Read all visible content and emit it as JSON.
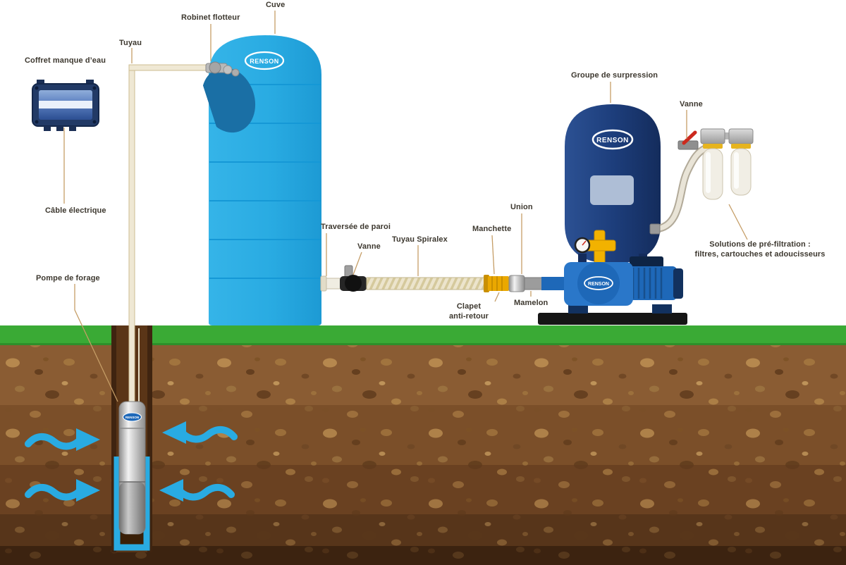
{
  "brand": "RENSON",
  "labels": {
    "coffret": "Coffret manque d’eau",
    "tuyau": "Tuyau",
    "robinet_flotteur": "Robinet flotteur",
    "cuve": "Cuve",
    "cable_electrique": "Câble électrique",
    "pompe_de_forage": "Pompe de forage",
    "groupe_de_surpression": "Groupe de surpression",
    "vanne_filtration": "Vanne",
    "traversee_de_paroi": "Traversée de paroi",
    "vanne_refoulement": "Vanne",
    "tuyau_spiralex": "Tuyau Spiralex",
    "manchette": "Manchette",
    "union": "Union",
    "clapet_anti_retour": "Clapet\nanti-retour",
    "mamelon": "Mamelon",
    "pre_filtration": "Solutions de pré-filtration :\nfiltres, cartouches et adoucisseurs"
  },
  "colors": {
    "tank_blue": "#29abe2",
    "vessel_navy": "#1d3e7c",
    "pump_blue": "#1e68b8",
    "grass_green": "#3aaa35",
    "arrow_blue": "#29abe2",
    "brass_yellow": "#eaa800",
    "soil_brown": "#8a5c33",
    "label_leader": "#c59d66"
  }
}
